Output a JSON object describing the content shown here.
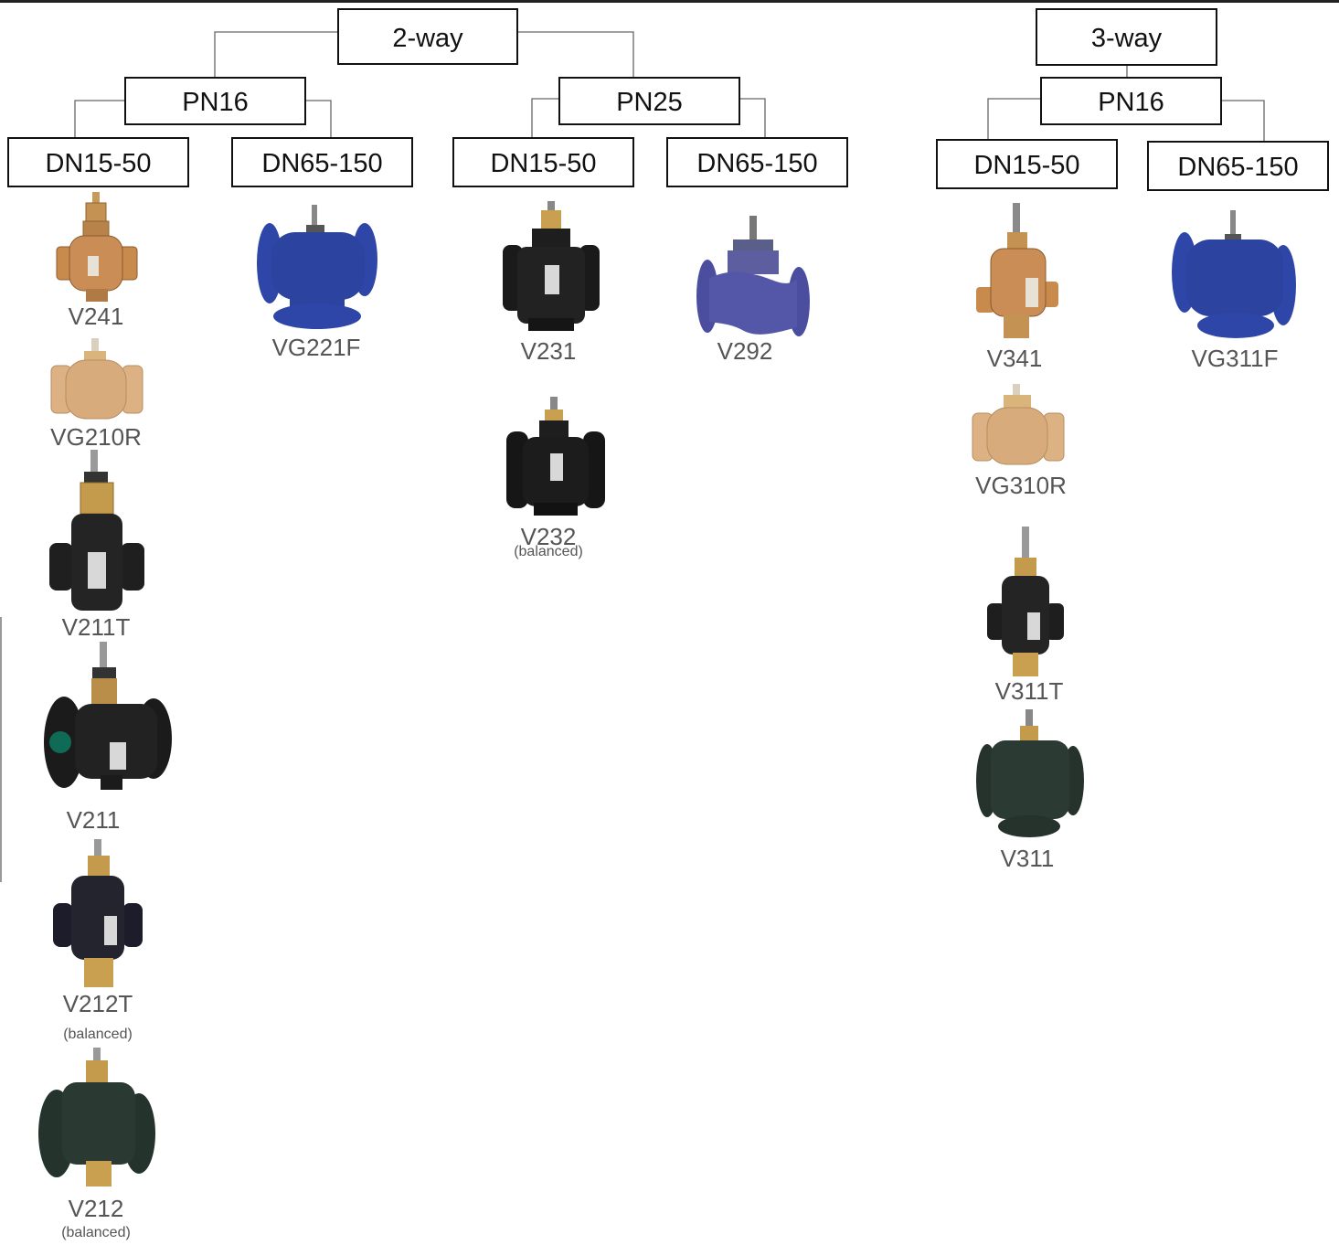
{
  "tree": {
    "two_way": "2-way",
    "two_way_pn16": "PN16",
    "two_way_pn25": "PN25",
    "three_way": "3-way",
    "three_way_pn16": "PN16",
    "dn_small": "DN15-50",
    "dn_large": "DN65-150"
  },
  "products": {
    "v241": "V241",
    "vg210r": "VG210R",
    "v211t": "V211T",
    "v211": "V211",
    "v212t": "V212T",
    "v212": "V212",
    "vg221f": "VG221F",
    "v231": "V231",
    "v232": "V232",
    "v292": "V292",
    "v341": "V341",
    "vg310r": "VG310R",
    "v311t": "V311T",
    "v311": "V311",
    "vg311f": "VG311F",
    "balanced_note": "(balanced)"
  },
  "colors": {
    "bronze": "#c9955f",
    "brass": "#c8a050",
    "cast_iron_black": "#1e1e1e",
    "ductile_blue": "#2e46a8",
    "cast_green": "#24342c",
    "label_gray": "#555555"
  }
}
